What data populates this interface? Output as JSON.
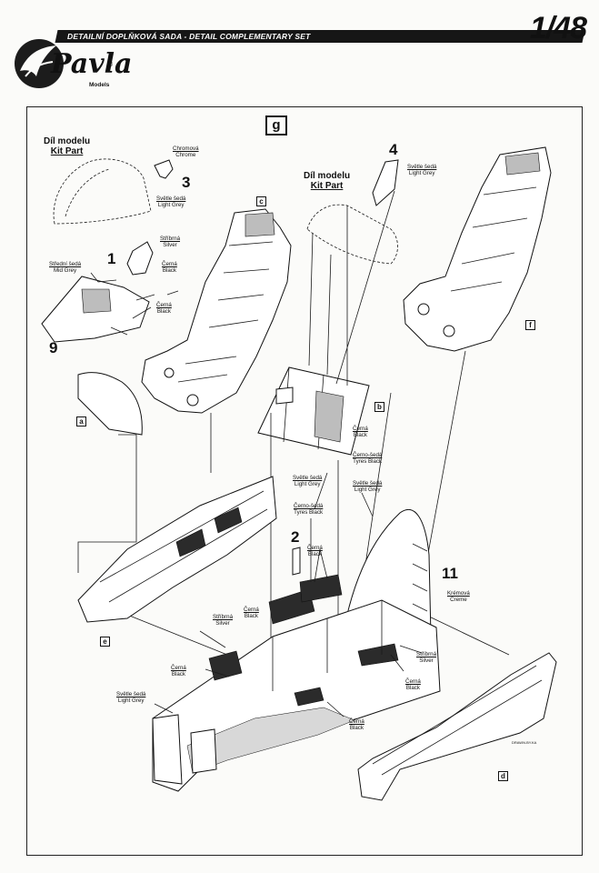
{
  "header": {
    "title": "DETAILNÍ DOPLŇKOVÁ SADA  -  DETAIL COMPLEMENTARY SET",
    "scale": "1/48"
  },
  "brand": {
    "name": "Pavla",
    "sub": "Models",
    "reg": "®"
  },
  "section": "g",
  "kit_part_cz": "Díl modelu",
  "kit_part_en": "Kit Part",
  "step_numbers": {
    "n1": "1",
    "n2": "2",
    "n3": "3",
    "n4": "4",
    "n9": "9",
    "n11": "11"
  },
  "tags": {
    "a": "a",
    "b": "b",
    "c": "c",
    "d": "d",
    "e": "e",
    "f": "f"
  },
  "labels": {
    "chrome_cz": "Chromová",
    "chrome_en": "Chrome",
    "light_grey_cz": "Světle šedá",
    "light_grey_en": "Light Grey",
    "silver_cz": "Stříbrná",
    "silver_en": "Silver",
    "black_cz": "Černá",
    "black_en": "Black",
    "mid_grey_cz": "Střední šedá",
    "mid_grey_en": "Mid Grey",
    "tyres_black_cz": "Černo-šedá",
    "tyres_black_en": "Tyres Black",
    "creme_cz": "Krémová",
    "creme_en": "Creme"
  },
  "credit": "DRAWN.BY.KA"
}
